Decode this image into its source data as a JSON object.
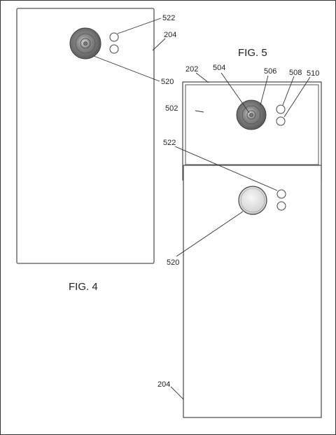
{
  "figures": {
    "fig4": {
      "caption": "FIG. 4",
      "labels": {
        "device": "204",
        "camera": "520",
        "flash": "522"
      }
    },
    "fig5": {
      "caption": "FIG. 5",
      "labels": {
        "housing": "202",
        "camera_module": "502",
        "lens": "504",
        "lens_ring": "506",
        "flash_a": "508",
        "flash_b": "510",
        "flash": "522",
        "camera": "520",
        "device": "204"
      }
    }
  },
  "colors": {
    "outline": "#555555",
    "lens_dark": "#6e6e6e",
    "lens_light": "#e8e8e8"
  }
}
